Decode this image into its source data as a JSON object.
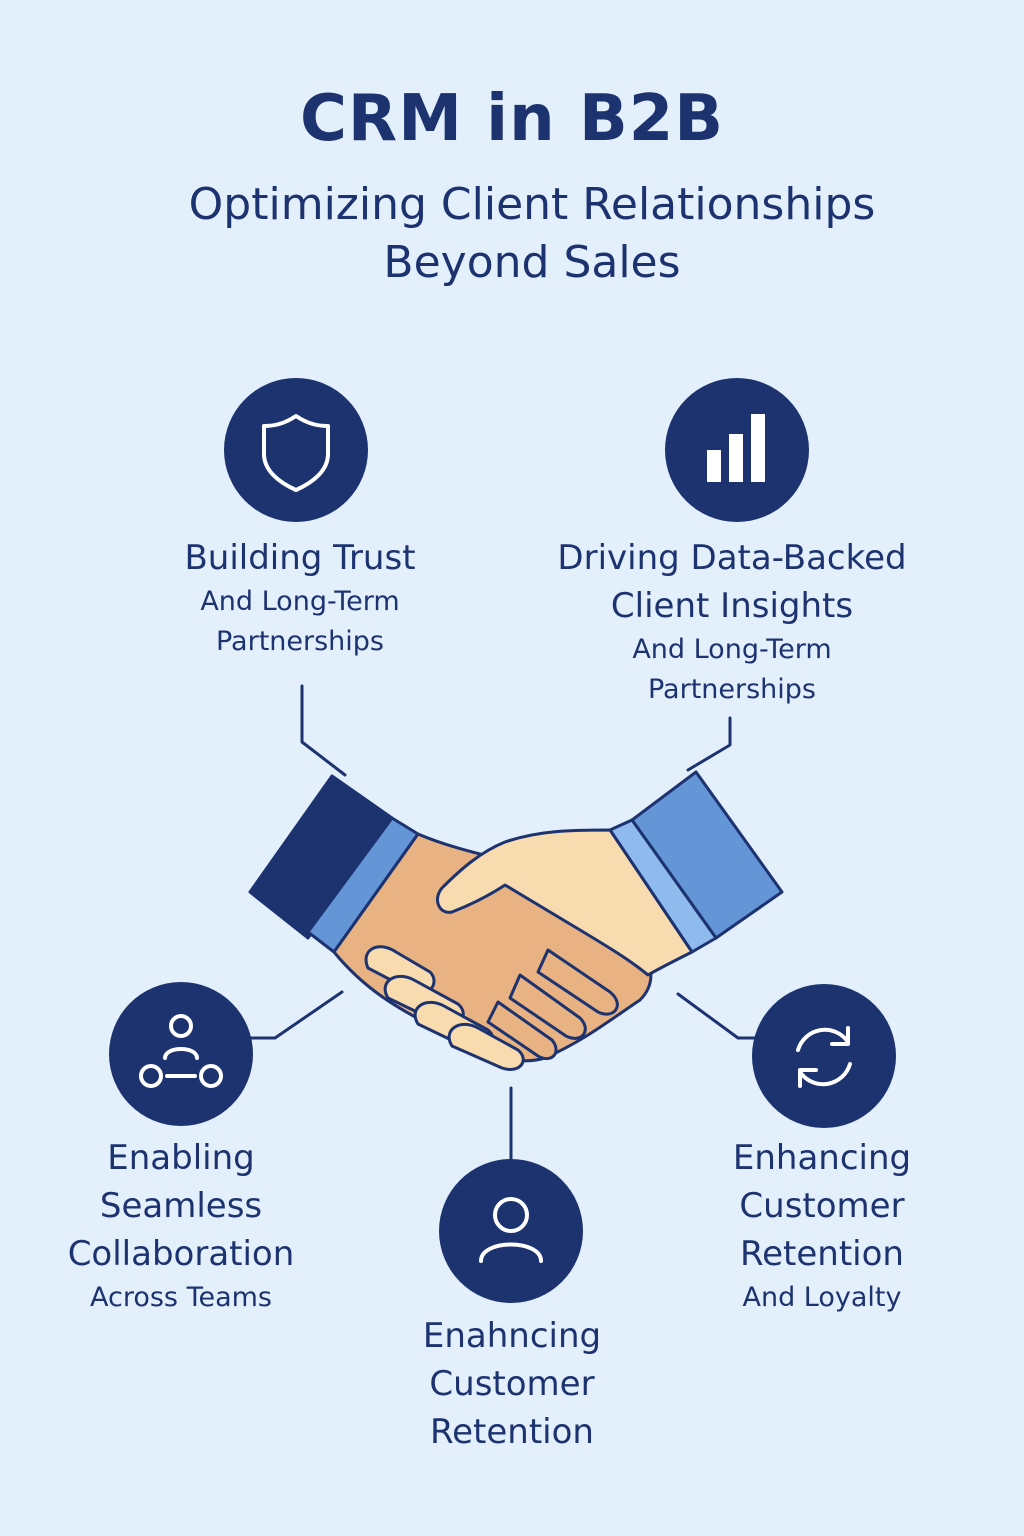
{
  "header": {
    "title": "CRM in B2B",
    "subtitle_line1": "Optimizing Client Relationships",
    "subtitle_line2": "Beyond Sales"
  },
  "nodes": {
    "trust": {
      "icon": "shield-icon",
      "title": "Building Trust",
      "sub_line1": "And Long-Term",
      "sub_line2": "Partnerships"
    },
    "data": {
      "icon": "bar-chart-icon",
      "title_line1": "Driving Data-Backed",
      "title_line2": "Client Insights",
      "sub_line1": "And Long-Term",
      "sub_line2": "Partnerships"
    },
    "collab": {
      "icon": "team-network-icon",
      "title_line1": "Enabling",
      "title_line2": "Seamless",
      "title_line3": "Collaboration",
      "sub": "Across Teams"
    },
    "retention_center": {
      "icon": "user-icon",
      "title_line1": "Enahncing",
      "title_line2": "Customer",
      "title_line3": "Retention"
    },
    "retention_right": {
      "icon": "refresh-icon",
      "title_line1": "Enhancing",
      "title_line2": "Customer",
      "title_line3": "Retention",
      "sub": "And Loyalty"
    }
  },
  "colors": {
    "background": "#e4effc",
    "navy": "#1c3370",
    "sleeve_light": "#6495d6",
    "sleeve_pale": "#8fbaee",
    "skin_dark": "#e8b282",
    "skin_light": "#f8dcb0"
  }
}
